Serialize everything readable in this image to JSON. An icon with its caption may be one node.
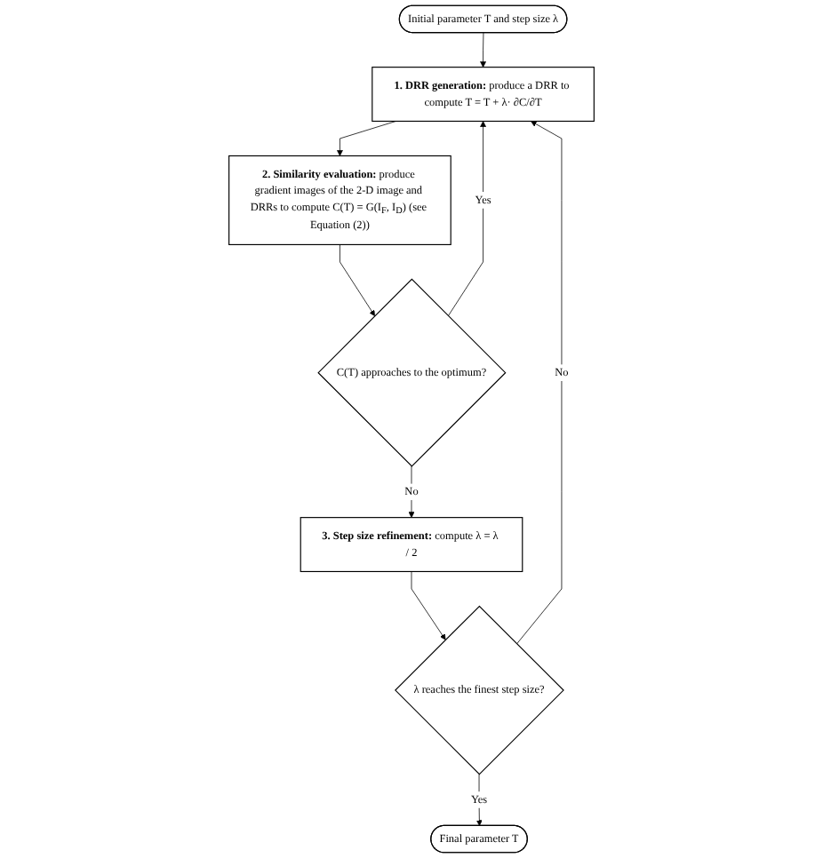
{
  "diagram": {
    "nodes": [
      {
        "text": [
          "Initial parameter T and step size λ"
        ]
      },
      {
        "text": [
          "**1. DRR generation:** produce a DRR to compute T = T + λ· ∂C/∂T"
        ]
      },
      {
        "text": [
          "**2. Similarity evaluation:** produce gradient images of the 2-D image and DRRs to compute C(T) = G(I$_{F}$, I$_{D}$) (see Equation (2))"
        ]
      },
      {
        "text": [
          "C(T) approaches to the optimum?"
        ]
      },
      {
        "text": [
          "**3. Step size refinement:** compute λ = λ / 2"
        ]
      },
      {
        "text": [
          "λ reaches the finest step size?"
        ]
      },
      {
        "text": [
          "Final parameter T"
        ]
      }
    ],
    "edges": [
      {
        "from": 0,
        "to": 1,
        "arrow": "to"
      },
      {
        "from": 1,
        "to": 2,
        "arrow": "to"
      },
      {
        "from": 2,
        "to": 3,
        "arrow": "to"
      },
      {
        "from": 3,
        "to": 4,
        "label": "No",
        "arrow": "to"
      },
      {
        "from": 3,
        "to": 1,
        "label": "Yes",
        "arrow": "to"
      },
      {
        "from": 4,
        "to": 5,
        "arrow": "to"
      },
      {
        "from": 5,
        "to": 1,
        "label": "No",
        "arrow": "to"
      },
      {
        "from": 5,
        "to": 6,
        "label": "Yes",
        "arrow": "to"
      }
    ]
  }
}
